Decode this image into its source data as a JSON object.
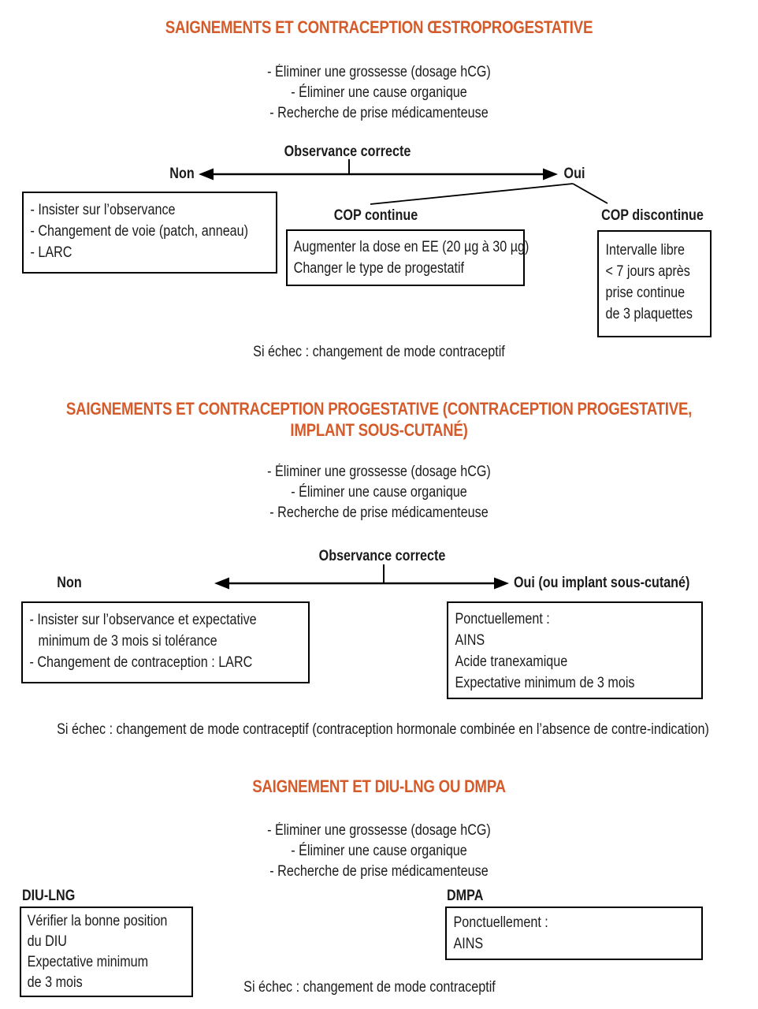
{
  "colors": {
    "accent": "#d65b2b",
    "ink": "#1b1b1b"
  },
  "section1": {
    "title": "SAIGNEMENTS ET CONTRACEPTION ŒSTROPROGESTATIVE",
    "bullets": [
      "- Éliminer une grossesse (dosage hCG)",
      "- Éliminer une cause organique",
      "- Recherche de prise médicamenteuse"
    ],
    "decision_label": "Observance correcte",
    "no_label": "Non",
    "yes_label": "Oui",
    "no_box_lines": [
      "- Insister sur l’observance",
      "- Changement de voie (patch, anneau)",
      "- LARC"
    ],
    "branch_continue_label": "COP continue",
    "branch_continue_box_lines": [
      "Augmenter la dose en EE (20 µg à 30 µg)",
      "Changer le type de progestatif"
    ],
    "branch_discontinue_label": "COP discontinue",
    "branch_discontinue_box_lines": [
      "Intervalle libre",
      "< 7 jours après",
      "prise continue",
      "de 3 plaquettes"
    ],
    "failure_note": "Si échec : changement de mode contraceptif"
  },
  "section2": {
    "title_line1": "SAIGNEMENTS ET CONTRACEPTION PROGESTATIVE (CONTRACEPTION PROGESTATIVE,",
    "title_line2": "IMPLANT SOUS-CUTANÉ)",
    "bullets": [
      "- Éliminer une grossesse (dosage hCG)",
      "- Éliminer une cause organique",
      "- Recherche de prise médicamenteuse"
    ],
    "decision_label": "Observance correcte",
    "no_label": "Non",
    "yes_label": "Oui (ou implant sous-cutané)",
    "no_box_lines": [
      "- Insister sur l’observance et expectative",
      "minimum de 3 mois si tolérance",
      "- Changement de contraception : LARC"
    ],
    "yes_box_lines": [
      "Ponctuellement :",
      "AINS",
      "Acide tranexamique",
      "Expectative minimum de 3 mois"
    ],
    "failure_note": "Si échec : changement de mode contraceptif (contraception hormonale combinée en l’absence de contre-indication)"
  },
  "section3": {
    "title": "SAIGNEMENT ET DIU-LNG OU DMPA",
    "bullets": [
      "- Éliminer une grossesse (dosage hCG)",
      "- Éliminer une cause organique",
      "- Recherche de prise médicamenteuse"
    ],
    "diu_label": "DIU-LNG",
    "diu_box_lines": [
      "Vérifier la bonne position",
      "du DIU",
      "Expectative minimum",
      "de 3 mois"
    ],
    "dmpa_label": "DMPA",
    "dmpa_box_lines": [
      "Ponctuellement :",
      "AINS"
    ],
    "failure_note": "Si échec : changement de mode contraceptif"
  }
}
